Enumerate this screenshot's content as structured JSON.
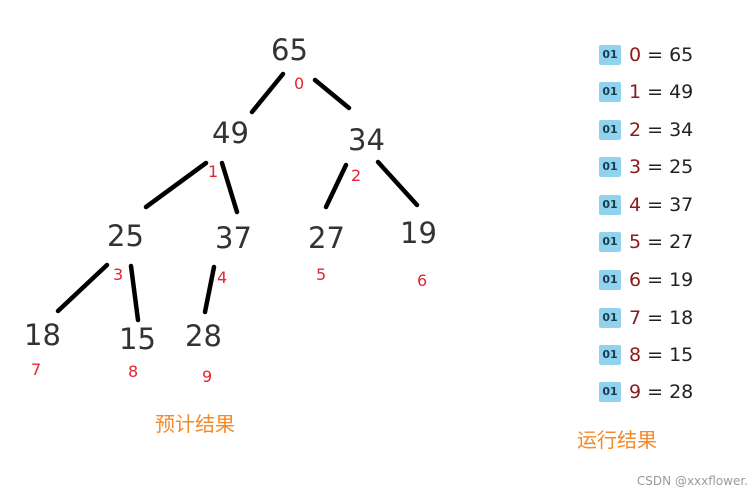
{
  "tree": {
    "nodes": [
      {
        "value": "65",
        "index": "0"
      },
      {
        "value": "49",
        "index": "1"
      },
      {
        "value": "34",
        "index": "2"
      },
      {
        "value": "25",
        "index": "3"
      },
      {
        "value": "37",
        "index": "4"
      },
      {
        "value": "27",
        "index": "5"
      },
      {
        "value": "19",
        "index": "6"
      },
      {
        "value": "18",
        "index": "7"
      },
      {
        "value": "15",
        "index": "8"
      },
      {
        "value": "28",
        "index": "9"
      }
    ],
    "edges": [
      [
        0,
        1
      ],
      [
        0,
        2
      ],
      [
        1,
        3
      ],
      [
        1,
        4
      ],
      [
        2,
        5
      ],
      [
        2,
        6
      ],
      [
        3,
        7
      ],
      [
        3,
        8
      ],
      [
        4,
        9
      ]
    ],
    "caption": "预计结果"
  },
  "results": {
    "badge": "01",
    "caption": "运行结果",
    "rows": [
      {
        "index": "0",
        "rest": " = 65"
      },
      {
        "index": "1",
        "rest": " = 49"
      },
      {
        "index": "2",
        "rest": " = 34"
      },
      {
        "index": "3",
        "rest": " = 25"
      },
      {
        "index": "4",
        "rest": " = 37"
      },
      {
        "index": "5",
        "rest": " = 27"
      },
      {
        "index": "6",
        "rest": " = 19"
      },
      {
        "index": "7",
        "rest": " = 18"
      },
      {
        "index": "8",
        "rest": " = 15"
      },
      {
        "index": "9",
        "rest": " = 28"
      }
    ]
  },
  "watermark": "CSDN @xxxflower.",
  "colors": {
    "node_value": "#333333",
    "node_index": "#e3262e",
    "edge": "#000000",
    "caption": "#f28a2a",
    "badge": "#8fd3ee"
  }
}
